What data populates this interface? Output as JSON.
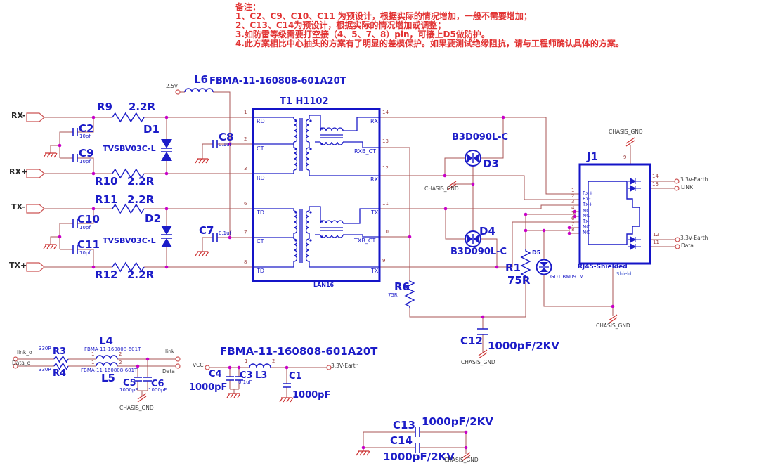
{
  "notes": {
    "title": "备注：",
    "line1": "1、C2、C9、C10、C11 为预设计，根据实际的情况增加，一般不需要增加；",
    "line2": "2、C13、C14为预设计，根据实际的情况增加或调整；",
    "line3": "3.如防雷等级需要打空接（4、5、7、8）pin，可接上D5做防护。",
    "line4": "4.此方案相比中心抽头的方案有了明显的差模保护。如果要测试绝缘阻抗，请与工程师确认具体的方案。"
  },
  "ports": {
    "rx_minus": "RX-",
    "rx_plus": "RX+",
    "tx_minus": "TX-",
    "tx_plus": "TX+",
    "v25": "2.5V",
    "vcc": "VCC",
    "earth": "3.3V-Earth",
    "link_o": "link_o",
    "data_o": "Data_o",
    "link": "link",
    "data": "Data",
    "link_led": "LINK",
    "data_led": "Data",
    "shield": "Shield",
    "chasis": "CHASIS_GND"
  },
  "refs": {
    "r9": "R9",
    "r10": "R10",
    "r11": "R11",
    "r12": "R12",
    "r3": "R3",
    "r4": "R4",
    "r6": "R6",
    "r1": "R1",
    "c2": "C2",
    "c9": "C9",
    "c10": "C10",
    "c11": "C11",
    "c8": "C8",
    "c7": "C7",
    "c5": "C5",
    "c6": "C6",
    "c4": "C4",
    "c3": "C3",
    "c1": "C1",
    "c12": "C12",
    "c13": "C13",
    "c14": "C14",
    "d1": "D1",
    "d2": "D2",
    "d3": "D3",
    "d4": "D4",
    "d5": "D5",
    "l3": "L3",
    "l4": "L4",
    "l5": "L5",
    "l6": "L6",
    "t1": "T1 H1102",
    "j1": "J1"
  },
  "values": {
    "r2_2": "2.2R",
    "r330": "330R",
    "r75": "75R",
    "c10pf": "10pf",
    "c01uf": "0.1uf",
    "c01uF": "0.1uF",
    "c1000pf": "1000pF",
    "c1000pf2kv": "1000pF/2KV"
  },
  "parts": {
    "tvs": "TVSBV03C-L",
    "b3d": "B3D090L-C",
    "gdt": "GDT BM091M",
    "fbma_a20t": "FBMA-11-160808-601A20T",
    "fbma_601t": "FBMA-11-160808-601T",
    "rj45": "RJ45-Shielded",
    "lan16": "LAN16"
  },
  "t1": {
    "left_nums": [
      "1",
      "2",
      "3",
      "6",
      "7",
      "8"
    ],
    "left_names": [
      "RD",
      "CT",
      "RD",
      "TD",
      "CT",
      "TD"
    ],
    "right_nums": [
      "14",
      "13",
      "12",
      "11",
      "10",
      "9"
    ],
    "right_names": [
      "RX",
      "RXB_CT",
      "RX",
      "TX",
      "TXB_CT",
      "TX"
    ]
  },
  "j1": {
    "nums": [
      "1",
      "2",
      "3",
      "4",
      "5",
      "6",
      "7",
      "8"
    ],
    "names": [
      "Rx+",
      "Rx-",
      "Tx+",
      "NC",
      "NC",
      "Tx-",
      "NC",
      "NC"
    ],
    "right_nums": [
      "14",
      "13",
      "12",
      "11"
    ],
    "shield_pin": "9"
  },
  "lx_pins": {
    "p1": "1",
    "p2": "2"
  },
  "colors": {
    "wire": "#a85454",
    "component": "#1c1cc8",
    "junction": "#c800c8",
    "note_red": "#e23333",
    "ground_red": "#cc3333"
  }
}
